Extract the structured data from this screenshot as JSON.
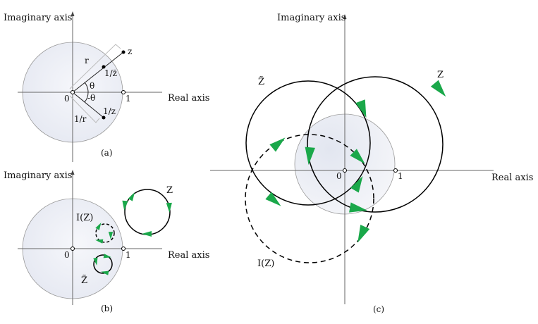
{
  "panel_a": {
    "y_axis_label": "Imaginary axis",
    "x_axis_label": "Real axis",
    "origin_label": "0",
    "one_label": "1",
    "z_label": "z",
    "r_label": "r",
    "inv_conj_label": "1/z̄",
    "theta_label": "θ",
    "neg_theta_label": "-θ",
    "inv_z_label": "1/z",
    "inv_r_label": "1/r",
    "caption": "(a)"
  },
  "panel_b": {
    "y_axis_label": "Imaginary axis",
    "x_axis_label": "Real axis",
    "origin_label": "0",
    "one_label": "1",
    "z_label": "Z",
    "iz_label": "I(Z)",
    "zconj_label": "Z̃",
    "caption": "(b)"
  },
  "panel_c": {
    "y_axis_label": "Imaginary axis",
    "x_axis_label": "Real axis",
    "origin_label": "0",
    "one_label": "1",
    "z_label": "Z",
    "zconj_label": "Z̃",
    "iz_label": "I(Z)",
    "caption": "(c)"
  },
  "colors": {
    "arrow": "#1aa84a",
    "unit_disk": "#e9edf5",
    "curve": "#000000"
  }
}
